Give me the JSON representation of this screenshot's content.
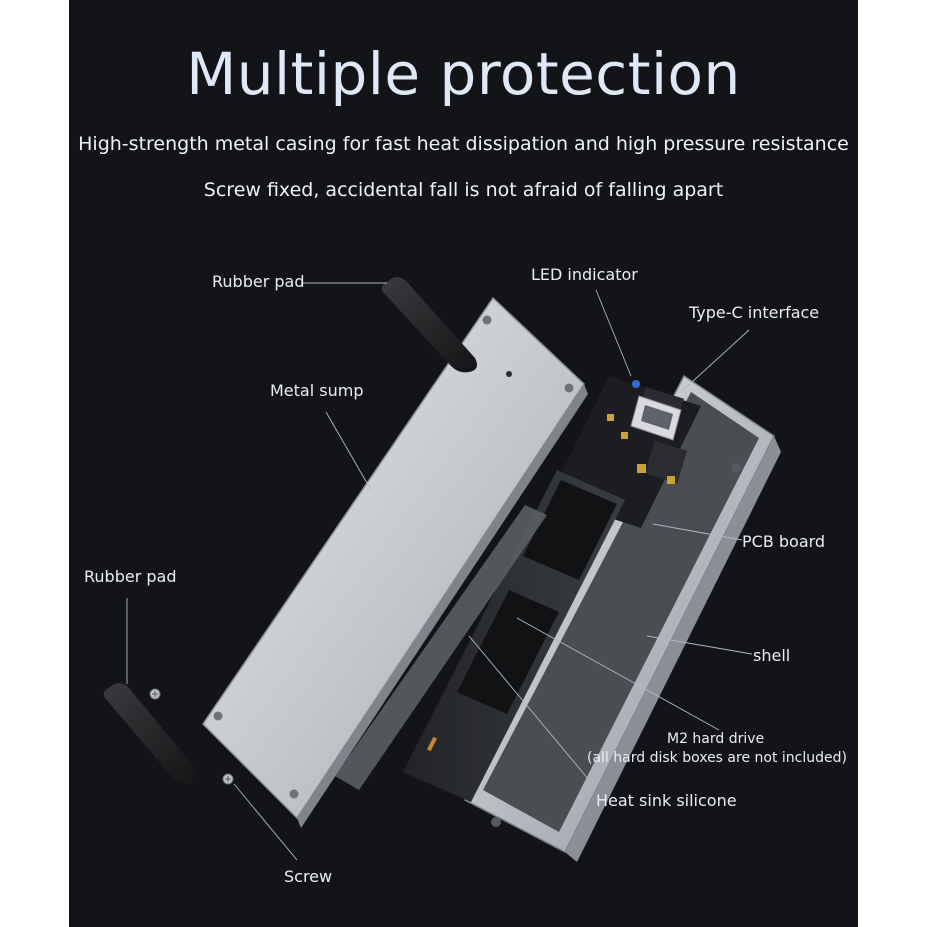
{
  "header": {
    "title": "Multiple protection",
    "subtitle_1": "High-strength metal casing for fast heat dissipation and high pressure resistance",
    "subtitle_2": "Screw fixed, accidental fall is not afraid of falling apart"
  },
  "callouts": {
    "rubber_pad_top": "Rubber pad",
    "metal_sump": "Metal sump",
    "led_indicator": "LED indicator",
    "type_c": "Type-C interface",
    "pcb_board": "PCB board",
    "rubber_pad_left": "Rubber pad",
    "shell": "shell",
    "m2_drive": "M2 hard drive",
    "m2_note": "(all hard disk boxes are not included)",
    "heat_sink": "Heat sink silicone",
    "screw": "Screw"
  },
  "colors": {
    "background": "#131417",
    "title": "#dfe8f7",
    "text": "#e9edf3",
    "aluminum": "#c9cbcf",
    "led": "#2f6fd6"
  }
}
